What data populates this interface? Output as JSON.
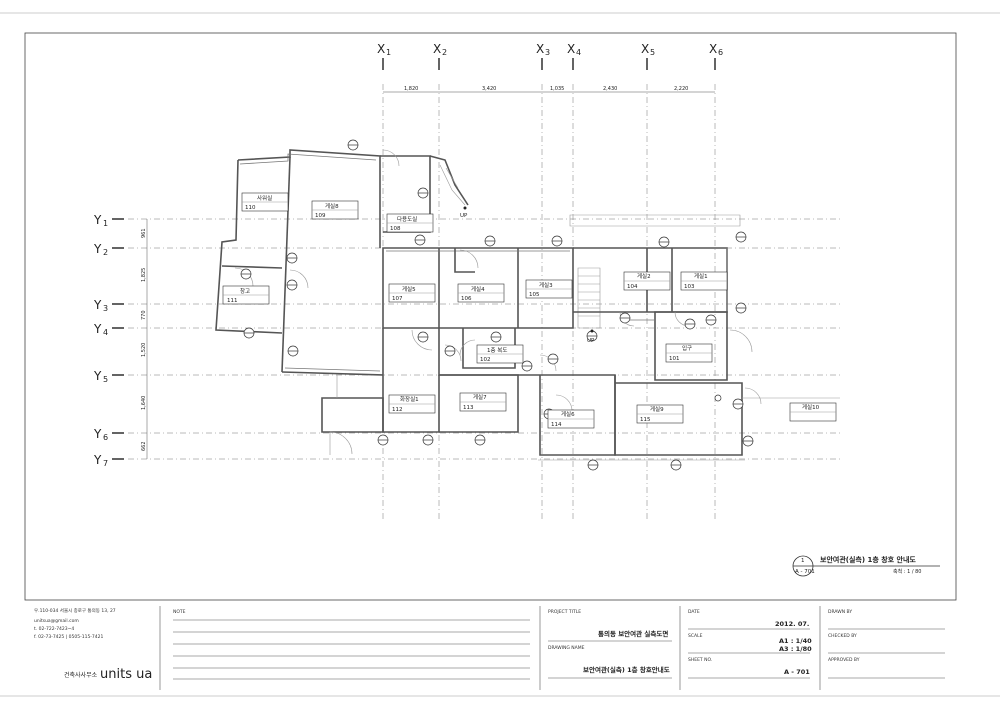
{
  "grid": {
    "x_axes": [
      {
        "letter": "X",
        "sub": "1"
      },
      {
        "letter": "X",
        "sub": "2"
      },
      {
        "letter": "X",
        "sub": "3"
      },
      {
        "letter": "X",
        "sub": "4"
      },
      {
        "letter": "X",
        "sub": "5"
      },
      {
        "letter": "X",
        "sub": "6"
      }
    ],
    "y_axes": [
      {
        "letter": "Y",
        "sub": "1"
      },
      {
        "letter": "Y",
        "sub": "2"
      },
      {
        "letter": "Y",
        "sub": "3"
      },
      {
        "letter": "Y",
        "sub": "4"
      },
      {
        "letter": "Y",
        "sub": "5"
      },
      {
        "letter": "Y",
        "sub": "6"
      },
      {
        "letter": "Y",
        "sub": "7"
      }
    ],
    "x_dims": [
      "1,820",
      "3,420",
      "1,035",
      "2,430",
      "2,220"
    ],
    "y_dims": [
      "961",
      "1,825",
      "770",
      "1,520",
      "1,640",
      "662"
    ]
  },
  "rooms": [
    {
      "name": "사워실",
      "num": "110"
    },
    {
      "name": "게실8",
      "num": "109"
    },
    {
      "name": "다용도실",
      "num": "108"
    },
    {
      "name": "창고",
      "num": "111"
    },
    {
      "name": "게실5",
      "num": "107"
    },
    {
      "name": "게실4",
      "num": "106"
    },
    {
      "name": "게실3",
      "num": "105"
    },
    {
      "name": "게실2",
      "num": "104"
    },
    {
      "name": "게실1",
      "num": "103"
    },
    {
      "name": "1층 복도",
      "num": "102"
    },
    {
      "name": "입구",
      "num": "101"
    },
    {
      "name": "화장실1",
      "num": "112"
    },
    {
      "name": "게실7",
      "num": "113"
    },
    {
      "name": "게실6",
      "num": "114"
    },
    {
      "name": "게실9",
      "num": "115"
    },
    {
      "name": "게실10",
      "num": ""
    }
  ],
  "stairs": [
    "UP",
    "UP"
  ],
  "drawing_label": {
    "number": "1",
    "sheet": "A - 701",
    "title": "보안여관(실측) 1층 창호 안내도",
    "scale": "축척 : 1 / 80"
  },
  "title_block": {
    "office_address": "우.110-034  서울시 종로구 통의동 13, 27",
    "office_email": "unitsua@gmail.com",
    "office_tel": "t. 02-722-7423~4",
    "office_fax": "f. 02-73-7425  |  0505-115-7421",
    "office_type": "건축사사무소",
    "office_name": "units ua",
    "note_label": "NOTE",
    "project_title_label": "PROJECT TITLE",
    "project_title": "통의동 보안여관 실측도면",
    "drawing_name_label": "DRAWING NAME",
    "drawing_name": "보안여관(실측) 1층 창호안내도",
    "date_label": "DATE",
    "date": "2012. 07.",
    "scale_label": "SCALE",
    "scale_a1": "A1 : 1/40",
    "scale_a3": "A3 : 1/80",
    "sheet_no_label": "SHEET NO.",
    "sheet_no": "A - 701",
    "drawn_by_label": "DRAWN BY",
    "checked_by_label": "CHECKED BY",
    "approved_by_label": "APPROVED BY"
  }
}
